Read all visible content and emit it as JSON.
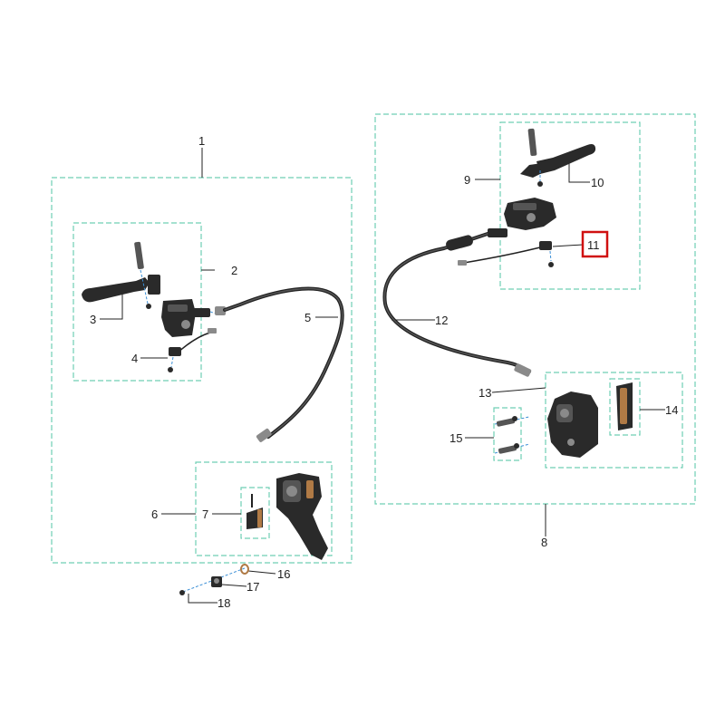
{
  "callouts": {
    "c1": "1",
    "c2": "2",
    "c3": "3",
    "c4": "4",
    "c5": "5",
    "c6": "6",
    "c7": "7",
    "c8": "8",
    "c9": "9",
    "c10": "10",
    "c11": "11",
    "c12": "12",
    "c13": "13",
    "c14": "14",
    "c15": "15",
    "c16": "16",
    "c17": "17",
    "c18": "18"
  },
  "highlighted_callout": "11",
  "colors": {
    "group_box": "#6fcfb4",
    "highlight": "#d01010",
    "brake_pad": "#b07a45",
    "part_dark": "#2a2a2a"
  }
}
